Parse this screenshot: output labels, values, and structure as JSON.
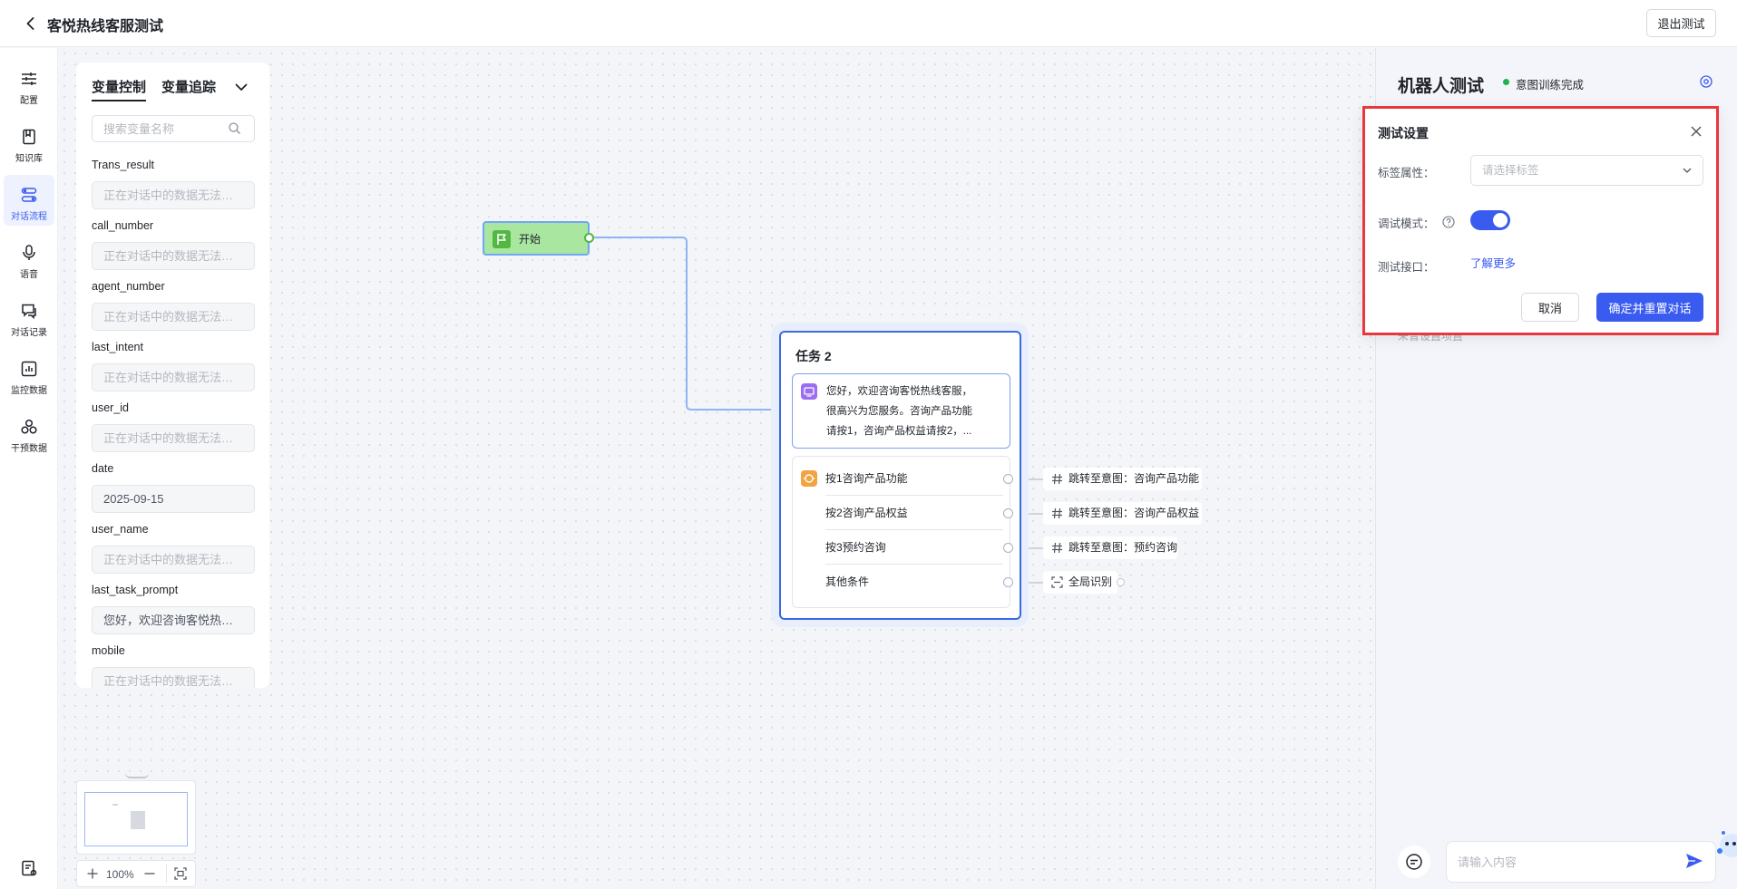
{
  "header": {
    "title": "客悦热线客服测试",
    "exit_label": "退出测试"
  },
  "rail": {
    "items": [
      {
        "label": "配置",
        "icon": "sliders-icon"
      },
      {
        "label": "知识库",
        "icon": "book-icon"
      },
      {
        "label": "对话流程",
        "icon": "flow-icon"
      },
      {
        "label": "语音",
        "icon": "microphone-icon"
      },
      {
        "label": "对话记录",
        "icon": "chat-icon"
      },
      {
        "label": "监控数据",
        "icon": "bar-chart-icon"
      },
      {
        "label": "干预数据",
        "icon": "circles-icon"
      }
    ],
    "active_index": 2
  },
  "variables": {
    "tab_control": "变量控制",
    "tab_trace": "变量追踪",
    "search_placeholder": "搜索变量名称",
    "items": [
      {
        "name": "Trans_result",
        "value": "正在对话中的数据无法显示"
      },
      {
        "name": "call_number",
        "value": "正在对话中的数据无法显示"
      },
      {
        "name": "agent_number",
        "value": "正在对话中的数据无法显示"
      },
      {
        "name": "last_intent",
        "value": "正在对话中的数据无法显示"
      },
      {
        "name": "user_id",
        "value": "正在对话中的数据无法显示"
      },
      {
        "name": "date",
        "value": "2025-09-15"
      },
      {
        "name": "user_name",
        "value": "正在对话中的数据无法显示"
      },
      {
        "name": "last_task_prompt",
        "value": "您好，欢迎咨询客悦热线客服"
      },
      {
        "name": "mobile",
        "value": "正在对话中的数据无法显示"
      }
    ]
  },
  "zoom": {
    "level": "100%"
  },
  "flow": {
    "start_label": "开始",
    "task_title": "任务 2",
    "message_lines": [
      "您好，欢迎咨询客悦热线客服，",
      "很高兴为您服务。咨询产品功能",
      "请按1，咨询产品权益请按2，..."
    ],
    "branches": [
      {
        "label": "按1咨询产品功能",
        "target": "跳转至意图：咨询产品功能"
      },
      {
        "label": "按2咨询产品权益",
        "target": "跳转至意图：咨询产品权益"
      },
      {
        "label": "按3预约咨询",
        "target": "跳转至意图：预约咨询"
      },
      {
        "label": "其他条件",
        "target": "全局识别"
      }
    ]
  },
  "right_panel": {
    "title": "机器人测试",
    "status": "意图训练完成",
    "status_color": "#22b14c",
    "hint": "未曾设置项置",
    "input_placeholder": "请输入内容"
  },
  "popup": {
    "title": "测试设置",
    "tag_label": "标签属性：",
    "tag_placeholder": "请选择标签",
    "debug_label": "调试模式：",
    "debug_on": true,
    "api_label": "测试接口：",
    "learn_more": "了解更多",
    "cancel_label": "取消",
    "confirm_label": "确定并重置对话",
    "accent_color": "#3a5bf0",
    "highlight_color": "#e8383d"
  }
}
